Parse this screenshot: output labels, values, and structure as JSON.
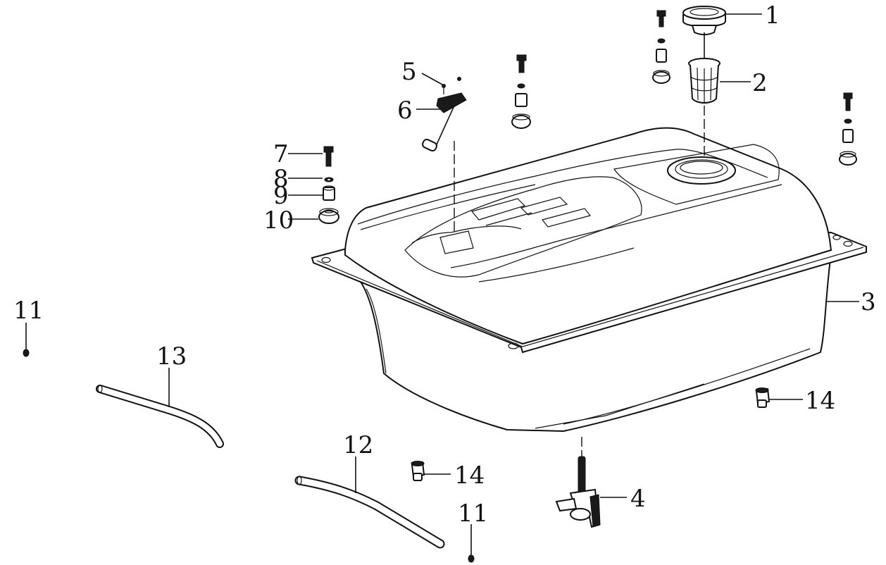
{
  "diagram": {
    "callouts": [
      {
        "id": "c1",
        "label": "1"
      },
      {
        "id": "c2",
        "label": "2"
      },
      {
        "id": "c3",
        "label": "3"
      },
      {
        "id": "c4",
        "label": "4"
      },
      {
        "id": "c5",
        "label": "5"
      },
      {
        "id": "c6",
        "label": "6"
      },
      {
        "id": "c7",
        "label": "7"
      },
      {
        "id": "c8",
        "label": "8"
      },
      {
        "id": "c9",
        "label": "9"
      },
      {
        "id": "c10",
        "label": "10"
      },
      {
        "id": "c11a",
        "label": "11"
      },
      {
        "id": "c11b",
        "label": "11"
      },
      {
        "id": "c12",
        "label": "12"
      },
      {
        "id": "c13",
        "label": "13"
      },
      {
        "id": "c14a",
        "label": "14"
      },
      {
        "id": "c14b",
        "label": "14"
      }
    ]
  }
}
